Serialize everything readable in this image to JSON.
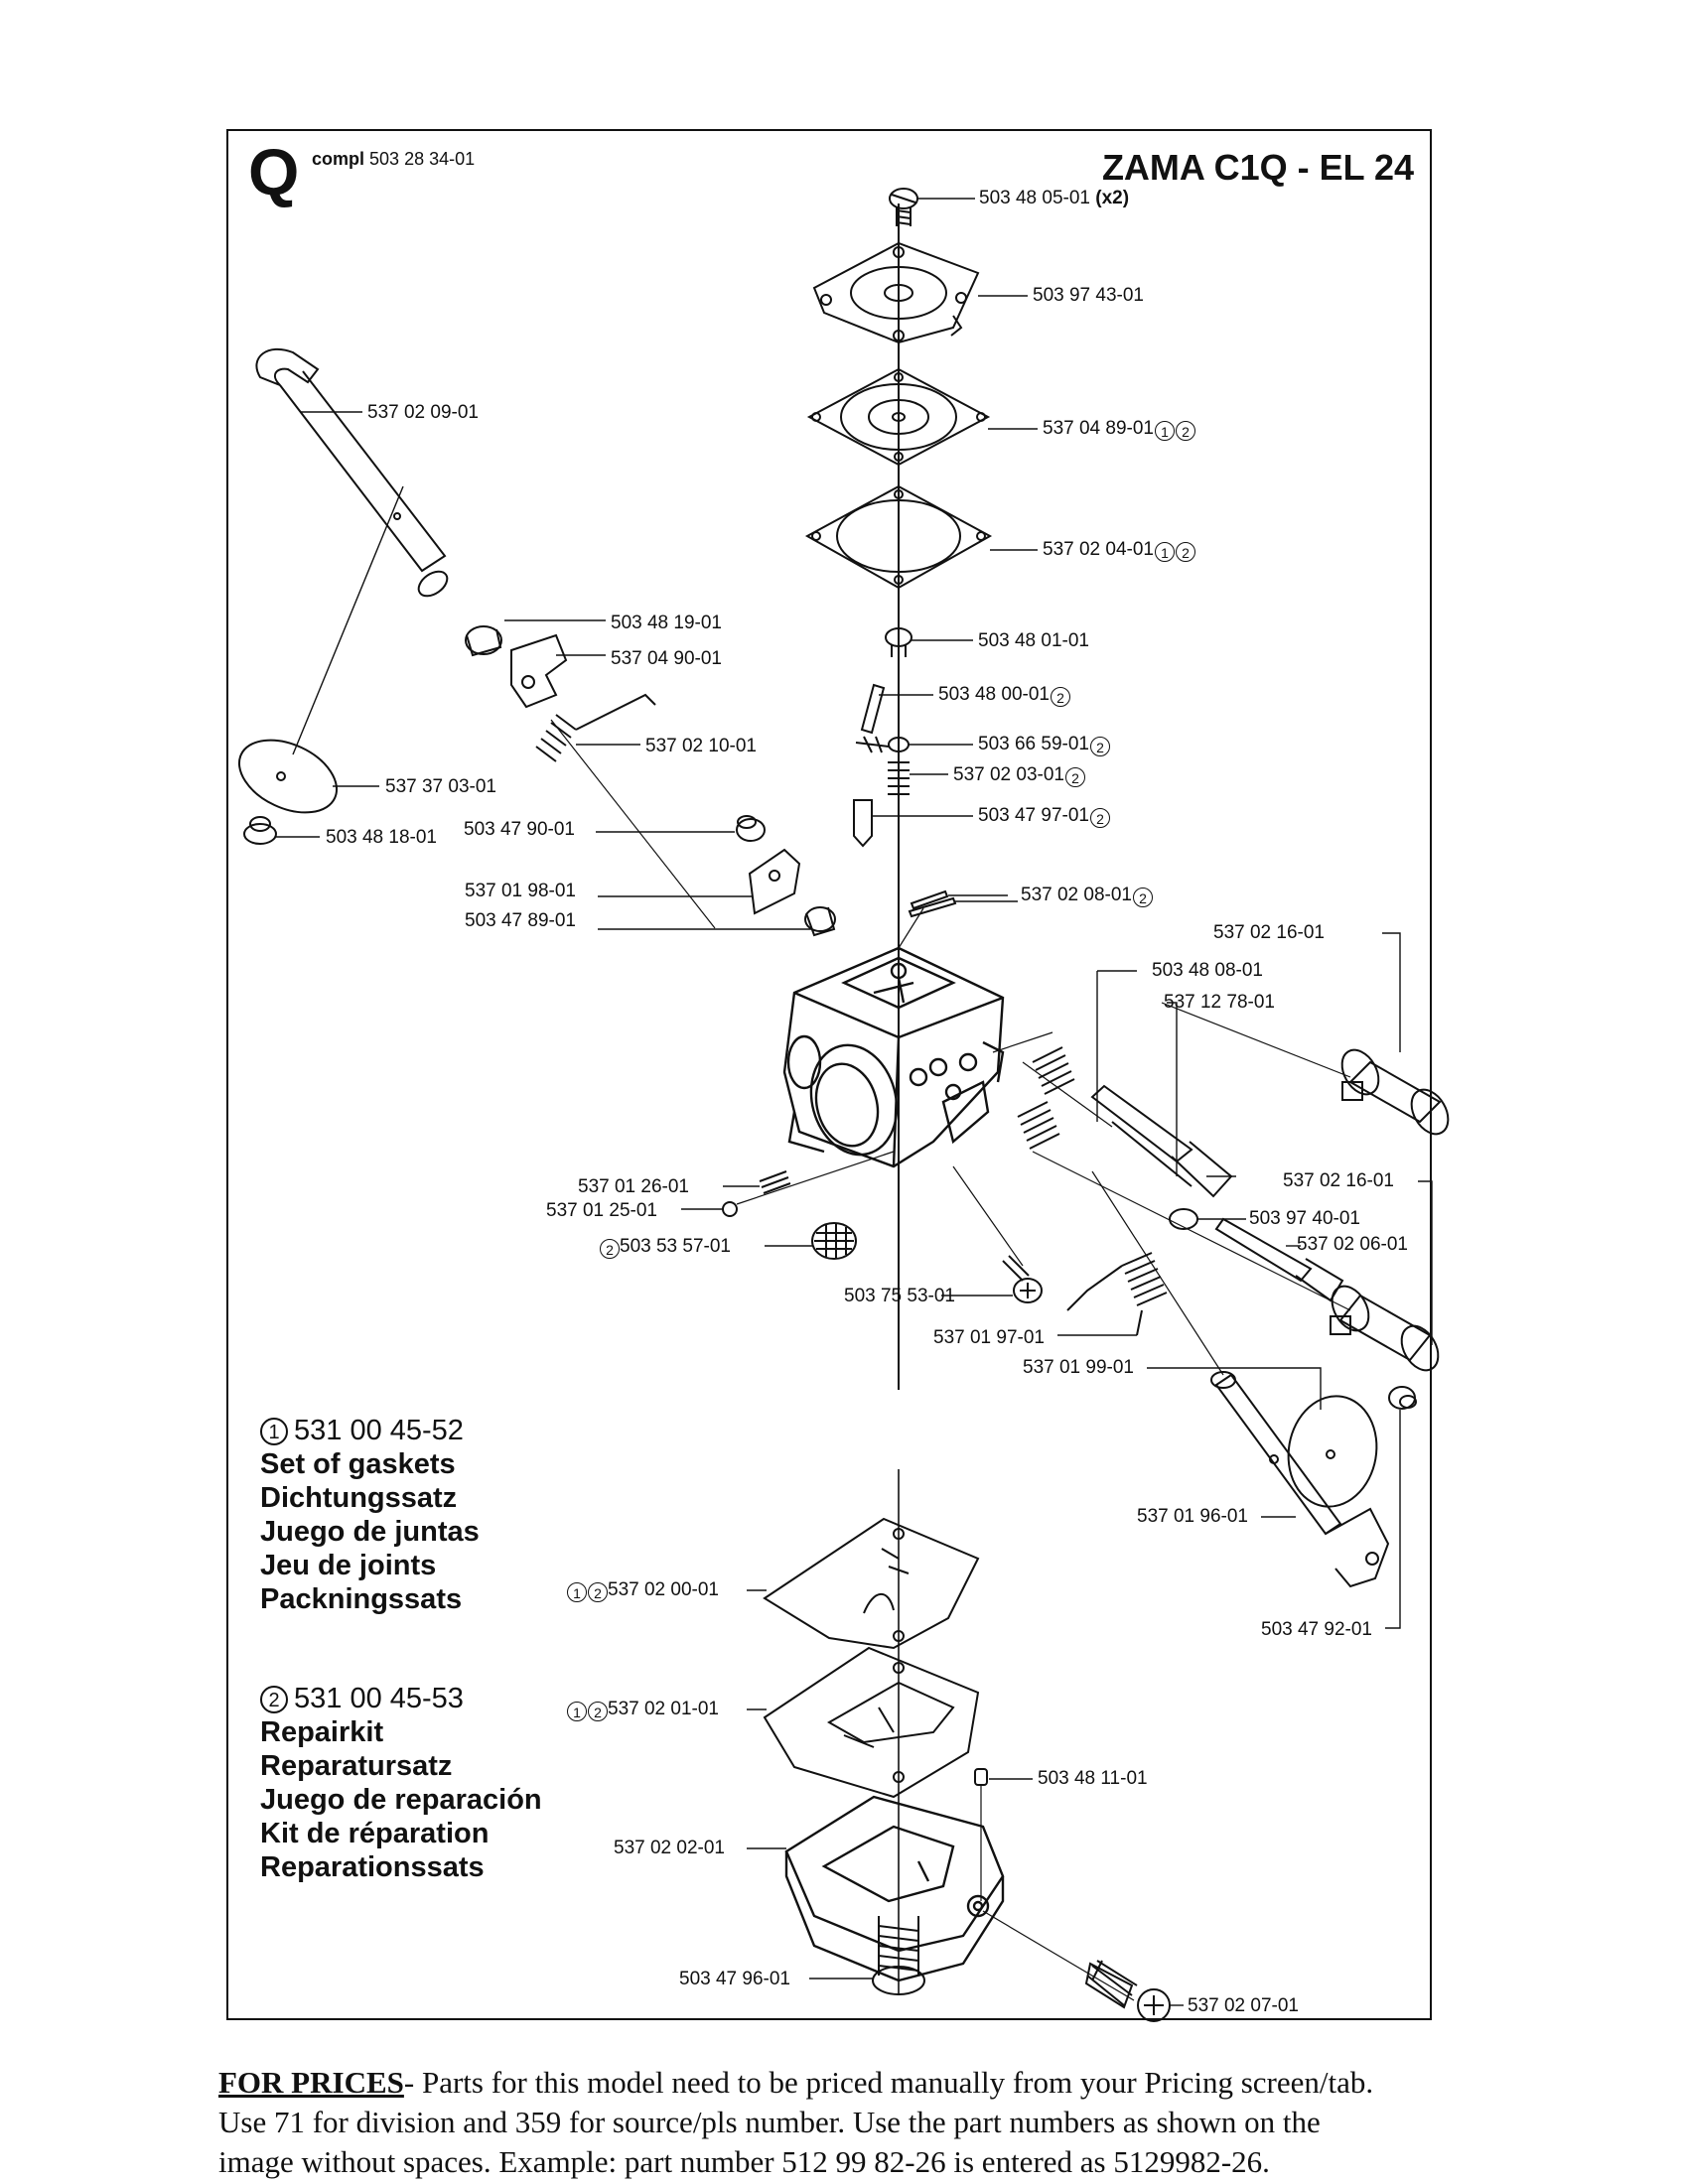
{
  "header": {
    "section_letter": "Q",
    "compl_word": "compl",
    "compl_number": "503 28 34-01",
    "model_title": "ZAMA C1Q - EL 24"
  },
  "part_labels": [
    {
      "id": "p1",
      "text": "503 48 05-01",
      "suffix": "(x2)",
      "marks": []
    },
    {
      "id": "p2",
      "text": "503 97 43-01",
      "marks": []
    },
    {
      "id": "p3",
      "text": "537 02 09-01",
      "marks": []
    },
    {
      "id": "p4",
      "text": "537 04 89-01",
      "marks": [
        "1",
        "2"
      ]
    },
    {
      "id": "p5",
      "text": "537 02 04-01",
      "marks": [
        "1",
        "2"
      ]
    },
    {
      "id": "p6",
      "text": "503 48 19-01",
      "marks": []
    },
    {
      "id": "p7",
      "text": "503 48 01-01",
      "marks": []
    },
    {
      "id": "p8",
      "text": "537 04 90-01",
      "marks": []
    },
    {
      "id": "p9",
      "text": "503 48 00-01",
      "marks": [
        "2"
      ]
    },
    {
      "id": "p10",
      "text": "537 02 10-01",
      "marks": []
    },
    {
      "id": "p11",
      "text": "503 66 59-01",
      "marks": [
        "2"
      ]
    },
    {
      "id": "p12",
      "text": "537 02 03-01",
      "marks": [
        "2"
      ]
    },
    {
      "id": "p13",
      "text": "537 37 03-01",
      "marks": []
    },
    {
      "id": "p14",
      "text": "503 47 97-01",
      "marks": [
        "2"
      ]
    },
    {
      "id": "p15",
      "text": "503 47 90-01",
      "marks": []
    },
    {
      "id": "p16",
      "text": "503 48 18-01",
      "marks": []
    },
    {
      "id": "p17",
      "text": "537 01 98-01",
      "marks": []
    },
    {
      "id": "p18",
      "text": "537 02 08-01",
      "marks": [
        "2"
      ]
    },
    {
      "id": "p19",
      "text": "503 47 89-01",
      "marks": []
    },
    {
      "id": "p20",
      "text": "537 02 16-01",
      "marks": []
    },
    {
      "id": "p21",
      "text": "503 48 08-01",
      "marks": []
    },
    {
      "id": "p22",
      "text": "537 12 78-01",
      "marks": []
    },
    {
      "id": "p23",
      "text": "537 02 16-01",
      "marks": []
    },
    {
      "id": "p24",
      "text": "537 01 26-01",
      "marks": []
    },
    {
      "id": "p25",
      "text": "537 01 25-01",
      "marks": []
    },
    {
      "id": "p26",
      "text": "503 97 40-01",
      "marks": []
    },
    {
      "id": "p27",
      "text": "503 53 57-01",
      "marks": [
        "2"
      ]
    },
    {
      "id": "p28",
      "text": "537 02 06-01",
      "marks": []
    },
    {
      "id": "p29",
      "text": "503 75 53-01",
      "marks": []
    },
    {
      "id": "p30",
      "text": "537 01 97-01",
      "marks": []
    },
    {
      "id": "p31",
      "text": "537 01 99-01",
      "marks": []
    },
    {
      "id": "p32",
      "text": "537 01 96-01",
      "marks": []
    },
    {
      "id": "p33",
      "text": "537 02 00-01",
      "marks": [
        "1",
        "2"
      ]
    },
    {
      "id": "p34",
      "text": "503 47 92-01",
      "marks": []
    },
    {
      "id": "p35",
      "text": "537 02 01-01",
      "marks": [
        "1",
        "2"
      ]
    },
    {
      "id": "p36",
      "text": "503 48 11-01",
      "marks": []
    },
    {
      "id": "p37",
      "text": "537 02 02-01",
      "marks": []
    },
    {
      "id": "p38",
      "text": "503 47 96-01",
      "marks": []
    },
    {
      "id": "p39",
      "text": "537 02 07-01",
      "marks": []
    }
  ],
  "kit1": {
    "mark": "1",
    "number": "531 00 45-52",
    "names": [
      "Set of gaskets",
      "Dichtungssatz",
      "Juego de juntas",
      "Jeu de joints",
      "Packningssats"
    ]
  },
  "kit2": {
    "mark": "2",
    "number": "531 00 45-53",
    "names": [
      "Repairkit",
      "Reparatursatz",
      "Juego de reparación",
      "Kit de réparation",
      "Reparationssats"
    ]
  },
  "footer": {
    "heading": "FOR PRICES",
    "line1": "- Parts for this model need to be priced manually from your Pricing screen/tab.",
    "line2": "Use 71 for division and 359 for source/pls number.   Use the part numbers as shown on the",
    "line3": "image without spaces.  Example: part number 512 99 82-26 is entered as 5129982-26."
  }
}
